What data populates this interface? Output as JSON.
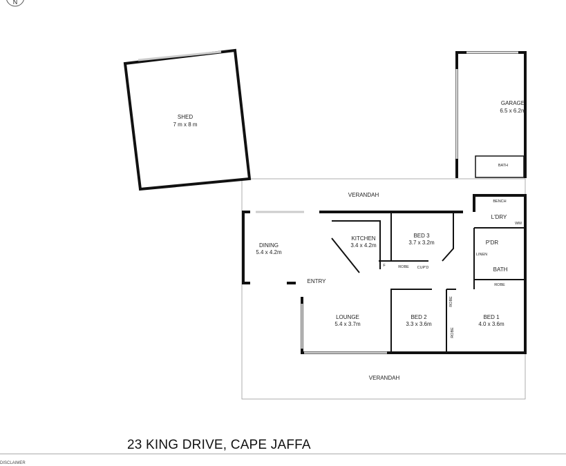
{
  "address": "23 KING DRIVE, CAPE JAFFA",
  "disclaimer": "DISCLAIMER",
  "compass": "N",
  "rooms": {
    "shed": {
      "name": "SHED",
      "size": "7 m x 8 m"
    },
    "garage": {
      "name": "GARAGE",
      "size": "6.5 x 6.2m"
    },
    "garage_bath": "BATH",
    "verandah_top": "VERANDAH",
    "verandah_bottom": "VERANDAH",
    "dining": {
      "name": "DINING",
      "size": "5.4 x 4.2m"
    },
    "kitchen": {
      "name": "KITCHEN",
      "size": "3.4 x 4.2m"
    },
    "bed3": {
      "name": "BED 3",
      "size": "3.7 x 3.2m"
    },
    "entry": "ENTRY",
    "lounge": {
      "name": "LOUNGE",
      "size": "5.4 x 3.7m"
    },
    "bed2": {
      "name": "BED 2",
      "size": "3.3 x 3.6m"
    },
    "bed1": {
      "name": "BED 1",
      "size": "4.0 x 3.6m"
    },
    "bench": "BENCH",
    "laundry": "L'DRY",
    "wm": "WM",
    "powder": "P'DR",
    "linen": "LINEN",
    "bath": "BATH",
    "robe_bed1": "ROBE",
    "robe_bed3": "ROBE",
    "cupd": "CUP'D",
    "fridge": "F",
    "robe_bed2_a": "ROBE",
    "robe_bed2_b": "ROBE"
  }
}
